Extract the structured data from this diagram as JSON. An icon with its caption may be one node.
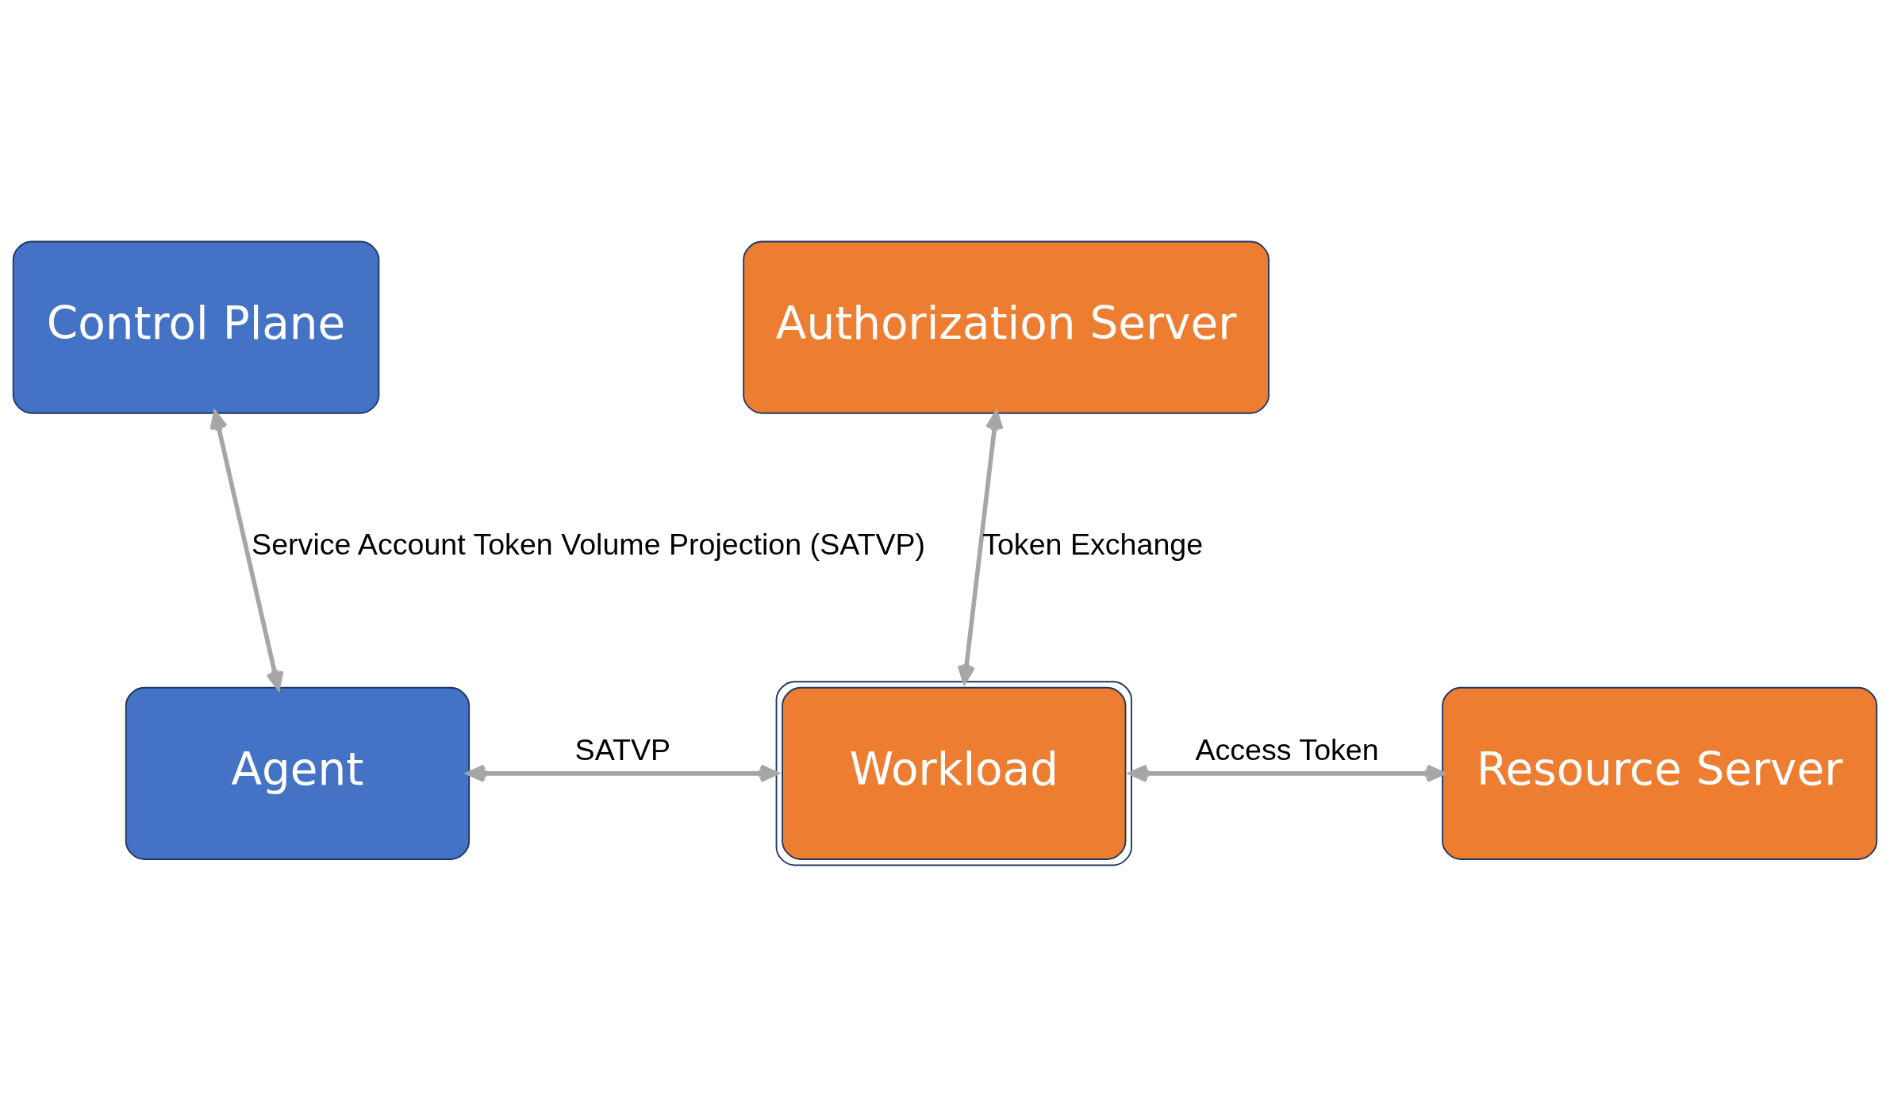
{
  "diagram": {
    "nodes": [
      {
        "text": [
          "Control Plane"
        ]
      },
      {
        "text": [
          "Authorization Server"
        ]
      },
      {
        "text": [
          "Agent"
        ]
      },
      {
        "text": [
          "Workload"
        ]
      },
      {
        "text": [
          "Resource Server"
        ]
      }
    ],
    "edges": [
      {
        "from": 0,
        "to": 2,
        "arrow": "both",
        "label": "Service Account Token Volume Projection (SATVP)"
      },
      {
        "from": 1,
        "to": 3,
        "arrow": "both",
        "label": "Token Exchange"
      },
      {
        "from": 2,
        "to": 3,
        "arrow": "both",
        "label": "SATVP"
      },
      {
        "from": 3,
        "to": 4,
        "arrow": "both",
        "label": "Access Token"
      }
    ]
  }
}
